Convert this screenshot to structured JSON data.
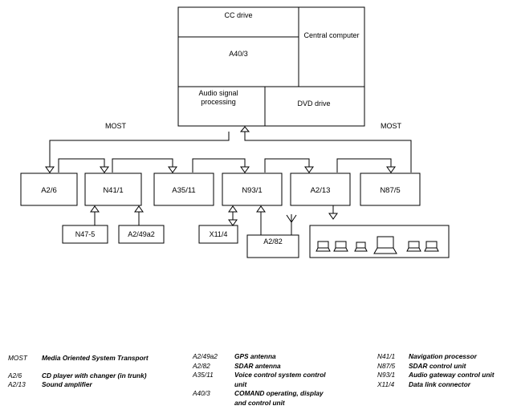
{
  "diagram": {
    "central_unit": {
      "cc_drive": "CC drive",
      "central_computer": "Central computer",
      "a40_3": "A40/3",
      "audio_signal_line1": "Audio signal",
      "audio_signal_line2": "processing",
      "dvd_drive": "DVD drive"
    },
    "bus_label_left": "MOST",
    "bus_label_right": "MOST",
    "ring_units": [
      "A2/6",
      "N41/1",
      "A35/11",
      "N93/1",
      "A2/13",
      "N87/5"
    ],
    "aux_units": {
      "n47_5": "N47-5",
      "a2_49a2": "A2/49a2",
      "x11_4": "X11/4",
      "a2_82": "A2/82"
    }
  },
  "legend": {
    "col1": [
      {
        "abbr": "MOST",
        "desc": "Media Oriented System Transport"
      },
      {
        "abbr": "A2/6",
        "desc": "CD player with changer (in trunk)"
      },
      {
        "abbr": "A2/13",
        "desc": "Sound amplifier"
      }
    ],
    "col2": [
      {
        "abbr": "A2/49a2",
        "desc": "GPS antenna"
      },
      {
        "abbr": "A2/82",
        "desc": "SDAR antenna"
      },
      {
        "abbr": "A35/11",
        "desc": "Voice control system control",
        "desc2": "unit"
      },
      {
        "abbr": "A40/3",
        "desc": "COMAND operating, display",
        "desc2": "and control unit"
      }
    ],
    "col3": [
      {
        "abbr": "N41/1",
        "desc": "Navigation processor"
      },
      {
        "abbr": "N87/5",
        "desc": "SDAR control unit"
      },
      {
        "abbr": "N93/1",
        "desc": "Audio gateway control unit"
      },
      {
        "abbr": "X11/4",
        "desc": "Data link connector"
      }
    ]
  }
}
